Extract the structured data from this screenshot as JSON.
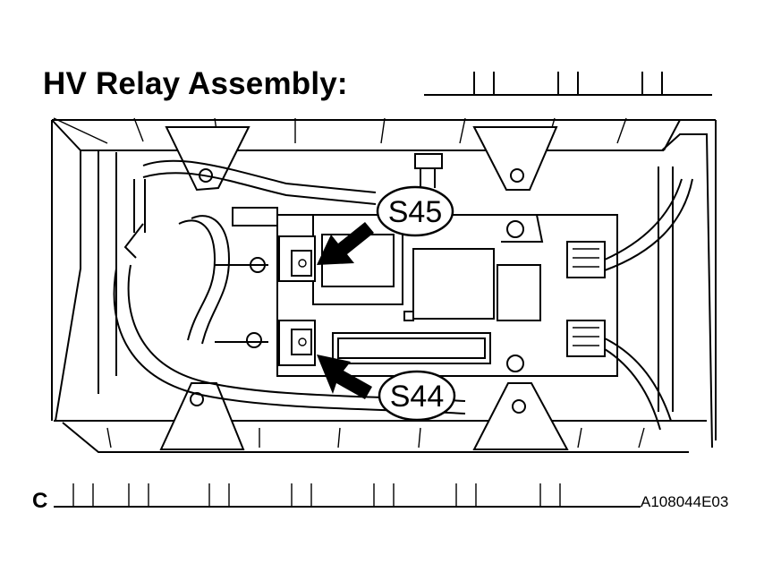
{
  "title": "HV Relay Assembly:",
  "corner_letter": "C",
  "figure_code": "A108044E03",
  "callouts": [
    {
      "label": "S45"
    },
    {
      "label": "S44"
    }
  ]
}
